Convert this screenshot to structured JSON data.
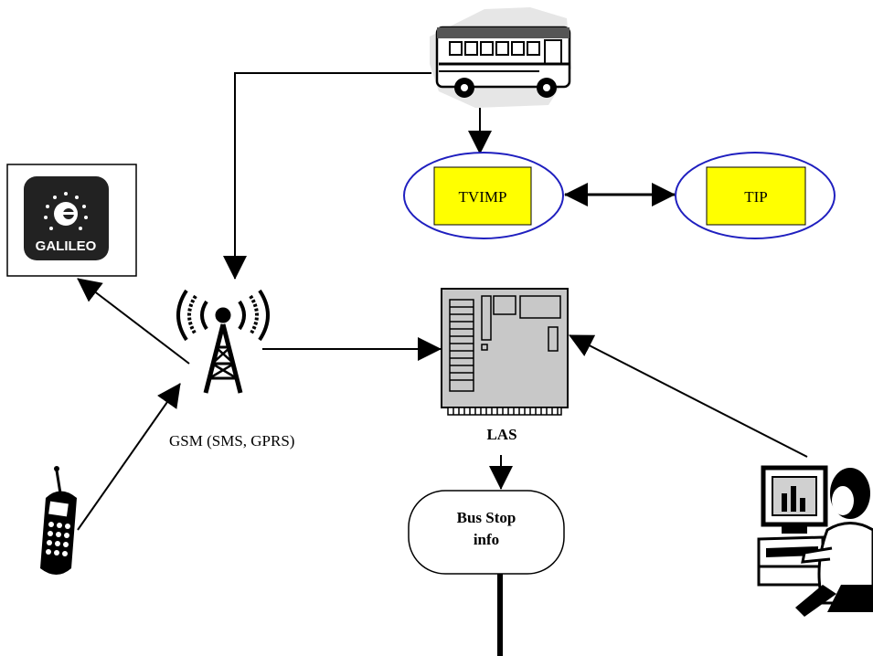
{
  "nodes": {
    "tvimp": {
      "label": "TVIMP"
    },
    "tip": {
      "label": "TIP"
    },
    "gsm": {
      "label": "GSM (SMS, GPRS)"
    },
    "las": {
      "label": "LAS"
    },
    "bus_stop": {
      "line1": "Bus Stop",
      "line2": "info"
    },
    "galileo": {
      "label": "GALILEO"
    }
  },
  "colors": {
    "box_fill": "#ffff00",
    "ellipse_stroke": "#1f1fbf",
    "server_fill": "#c8c8c8"
  },
  "icons": [
    "bus-icon",
    "galileo-logo-icon",
    "antenna-tower-icon",
    "mobile-phone-icon",
    "server-icon",
    "computer-operator-icon"
  ]
}
